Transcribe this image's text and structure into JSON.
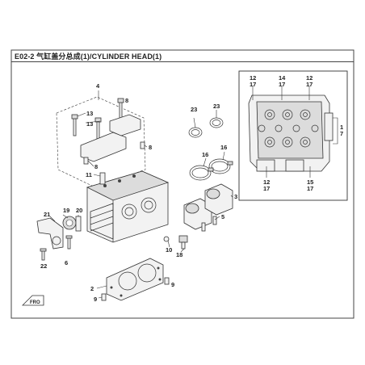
{
  "diagram": {
    "title": "E02-2 气缸盖分总成(1)/CYLINDER HEAD(1)",
    "callouts": {
      "c1": "1",
      "c7": "7",
      "c2": "2",
      "c3": "3",
      "c4": "4",
      "c5": "5",
      "c6": "6",
      "c8": "8",
      "c9": "9",
      "c10": "10",
      "c11": "11",
      "c12a": "12",
      "c17a": "17",
      "c14": "14",
      "c17b": "17",
      "c12b": "12",
      "c17c": "17",
      "c12c": "12",
      "c17d": "17",
      "c15": "15",
      "c17e": "17",
      "c13a": "13",
      "c13b": "13",
      "c16a": "16",
      "c16b": "16",
      "c18": "18",
      "c19": "19",
      "c20": "20",
      "c21": "21",
      "c22": "22",
      "c23a": "23",
      "c23b": "23"
    },
    "front_badge": "FRO"
  }
}
